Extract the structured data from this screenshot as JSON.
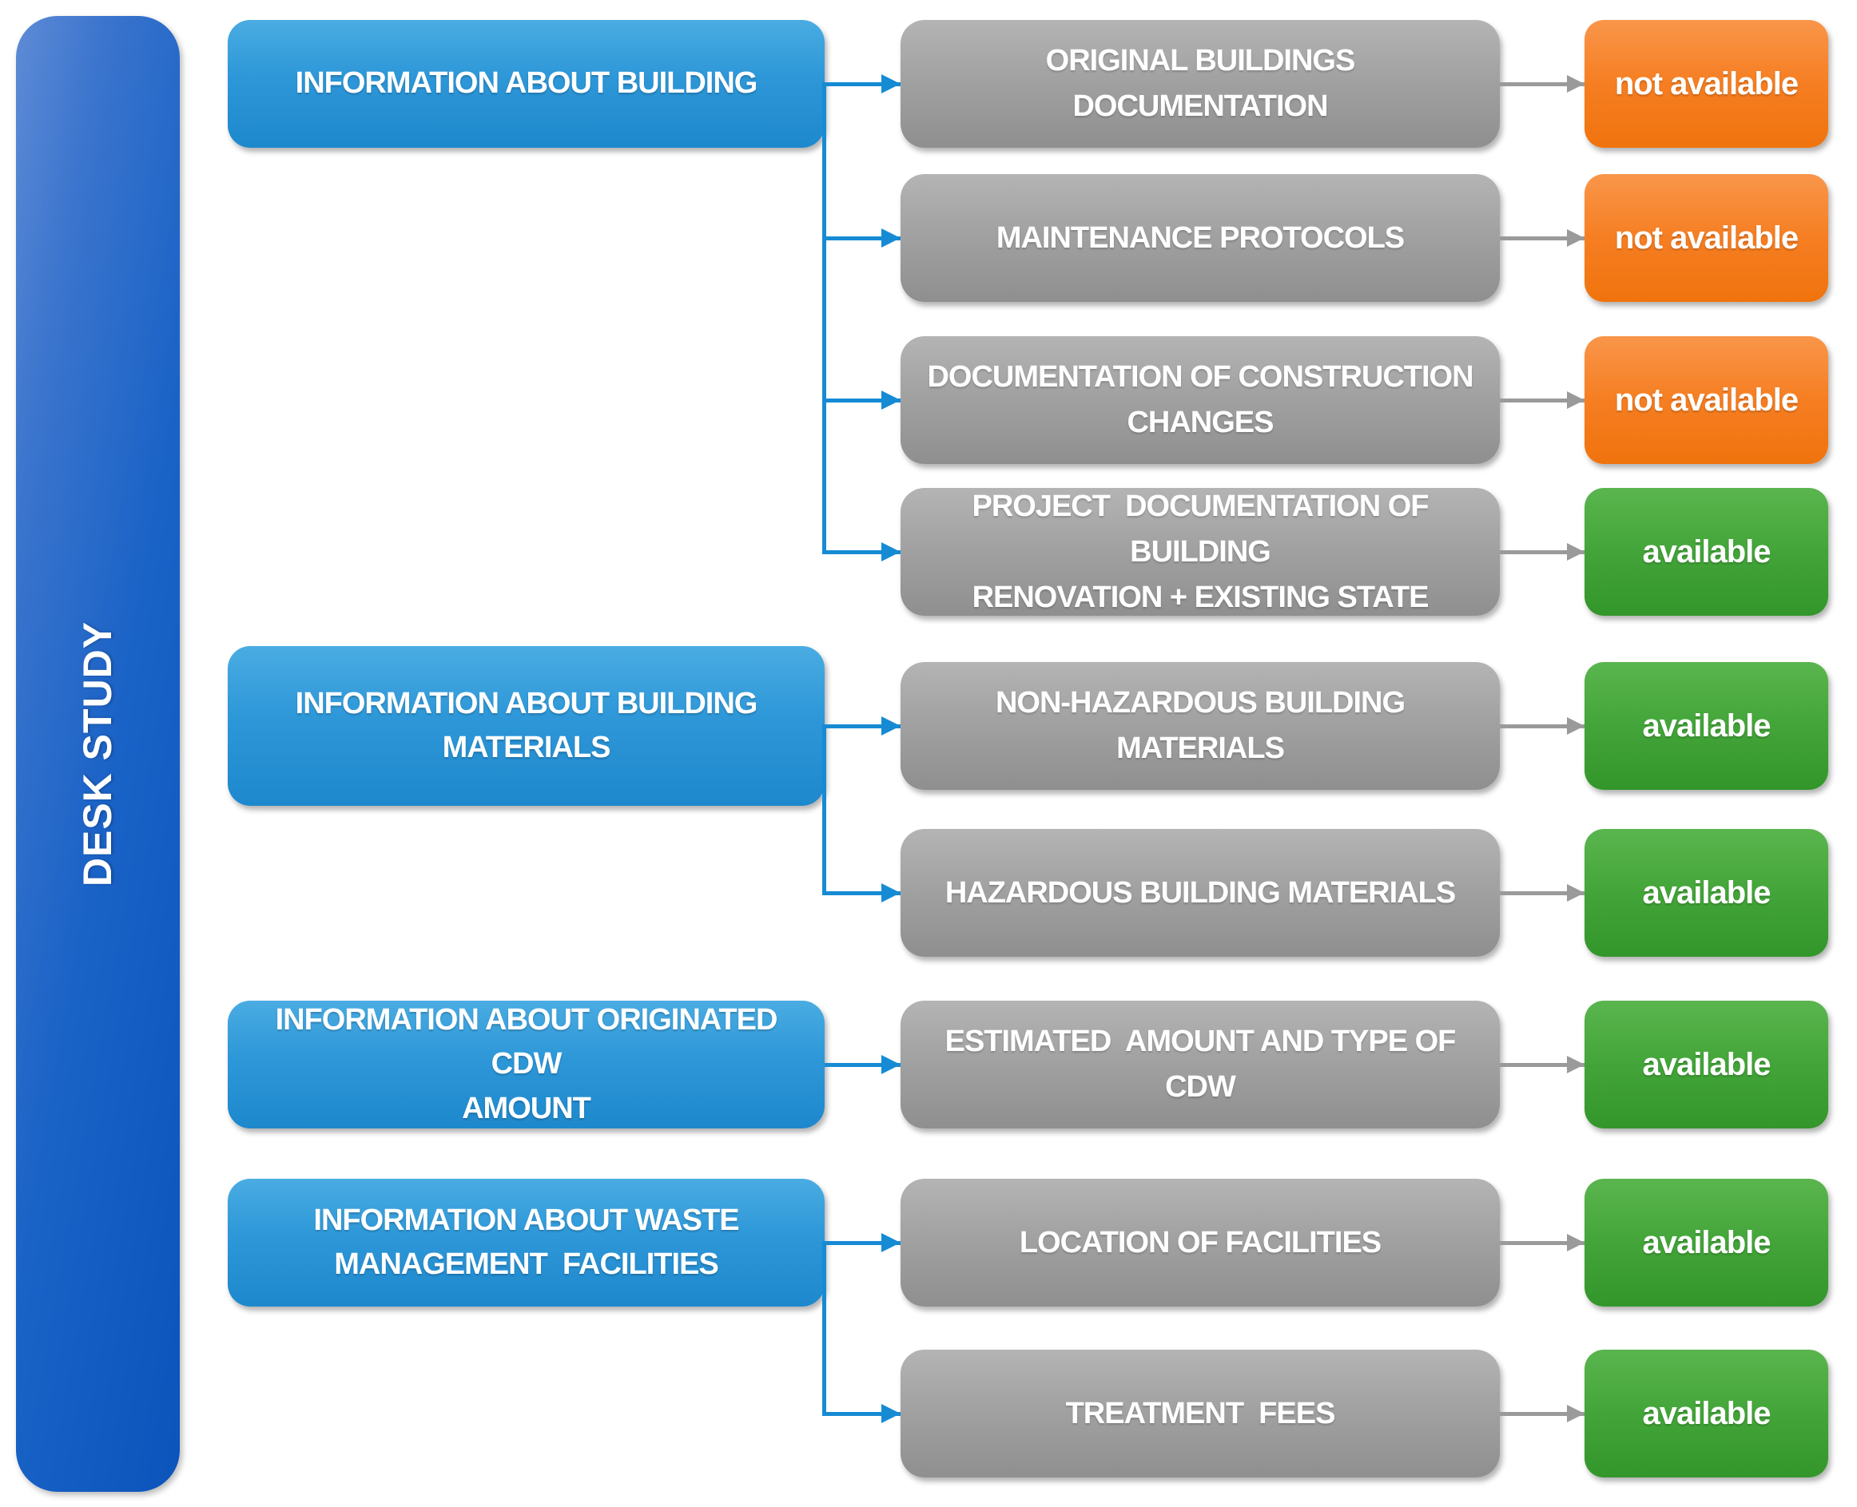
{
  "diagram": {
    "type": "flowchart",
    "root_label": "DESK STUDY",
    "colors": {
      "root_bar": "#1962c6",
      "category_box": "#2d97d8",
      "item_box": "#9c9c9c",
      "status_not_available": "#f67e22",
      "status_available": "#43a539",
      "connector_blue": "#168bd4",
      "connector_gray": "#9a9a9a"
    },
    "groups": [
      {
        "label": "INFORMATION ABOUT BUILDING",
        "items": [
          {
            "label": "ORIGINAL BUILDINGS DOCUMENTATION",
            "status": "not available"
          },
          {
            "label": "MAINTENANCE PROTOCOLS",
            "status": "not available"
          },
          {
            "label": "DOCUMENTATION OF CONSTRUCTION\nCHANGES",
            "status": "not available"
          },
          {
            "label": "PROJECT  DOCUMENTATION OF BUILDING\nRENOVATION + EXISTING STATE",
            "status": "available"
          }
        ]
      },
      {
        "label": "INFORMATION ABOUT BUILDING\nMATERIALS",
        "items": [
          {
            "label": "NON-HAZARDOUS BUILDING MATERIALS",
            "status": "available"
          },
          {
            "label": "HAZARDOUS BUILDING MATERIALS",
            "status": "available"
          }
        ]
      },
      {
        "label": "INFORMATION ABOUT ORIGINATED CDW\nAMOUNT",
        "items": [
          {
            "label": "ESTIMATED  AMOUNT AND TYPE OF CDW",
            "status": "available"
          }
        ]
      },
      {
        "label": "INFORMATION ABOUT WASTE\nMANAGEMENT  FACILITIES",
        "items": [
          {
            "label": "LOCATION OF FACILITIES",
            "status": "available"
          },
          {
            "label": "TREATMENT  FEES",
            "status": "available"
          }
        ]
      }
    ]
  }
}
